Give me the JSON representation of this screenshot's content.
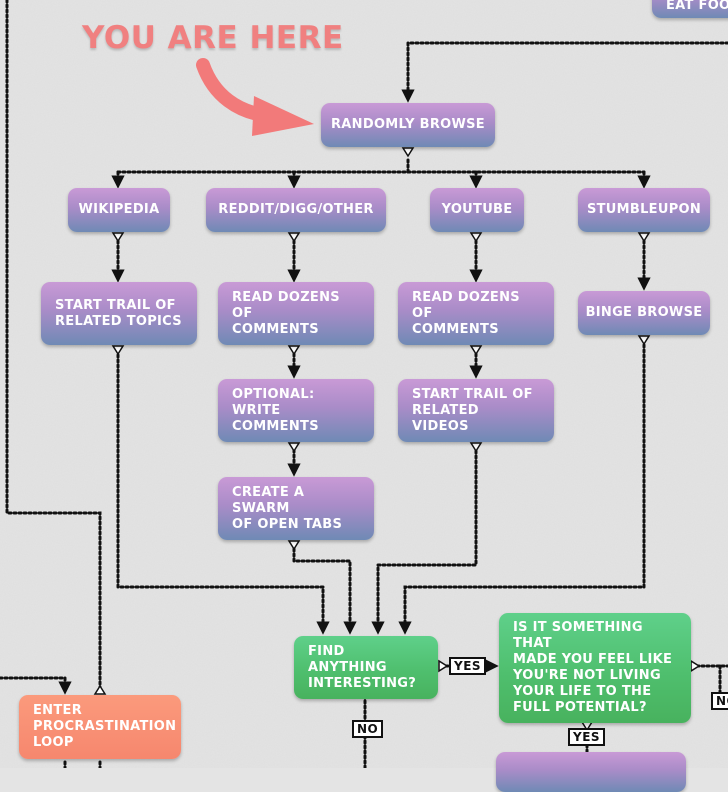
{
  "annotation": {
    "text": "YOU ARE HERE"
  },
  "nodes": {
    "top_partial": "EAT FOO",
    "randomly_browse": "RANDOMLY BROWSE",
    "wikipedia": "WIKIPEDIA",
    "reddit": "REDDIT/DIGG/OTHER",
    "youtube": "YOUTUBE",
    "stumbleupon": "STUMBLEUPON",
    "trail_topics": "START TRAIL OF\nRELATED TOPICS",
    "read_comments_reddit": "READ DOZENS OF\nCOMMENTS",
    "read_comments_youtube": "READ DOZENS OF\nCOMMENTS",
    "binge_browse": "BINGE BROWSE",
    "write_comments": "OPTIONAL:\nWRITE COMMENTS",
    "trail_videos": "START TRAIL OF\nRELATED VIDEOS",
    "swarm_tabs": "CREATE A SWARM\nOF OPEN TABS",
    "find_interesting": "FIND ANYTHING\nINTERESTING?",
    "full_potential": "IS IT SOMETHING THAT\nMADE YOU FEEL LIKE\nYOU'RE NOT LIVING\nYOUR LIFE TO THE\nFULL POTENTIAL?",
    "procrastination_loop": "ENTER\nPROCRASTINATION\nLOOP"
  },
  "labels": {
    "yes_1": "YES",
    "no_1": "NO",
    "yes_2": "YES",
    "no_2": "NO"
  },
  "colors": {
    "process": "#a98cc8",
    "decision": "#4fbf6e",
    "terminal": "#f6876e",
    "annotation": "#f08080"
  }
}
